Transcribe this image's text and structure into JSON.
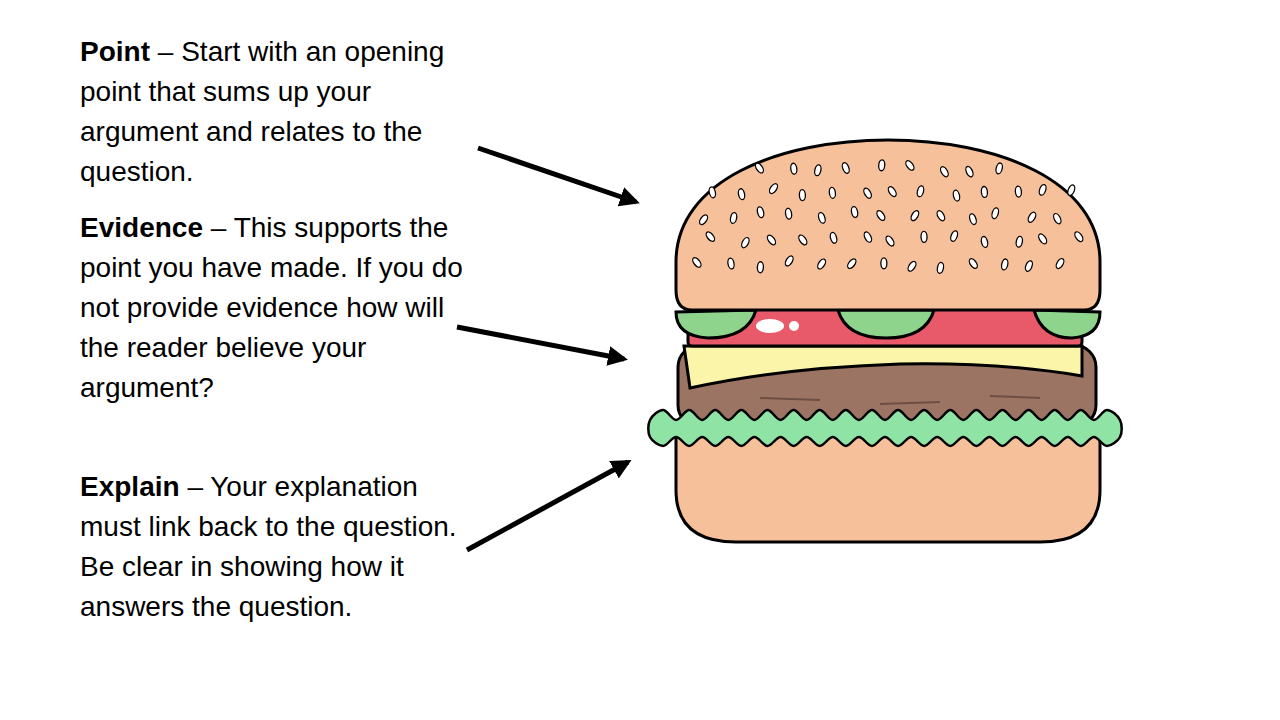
{
  "diagram": {
    "labels": [
      "Point",
      "– Start with an opening point that sums up your argument and relates to the question.",
      "Evidence",
      "– This supports the point you have made. If you do not provide evidence how will the reader believe your argument?",
      "Explain",
      "– Your explanation must link back to the question.  Be clear in showing how it answers the question."
    ]
  }
}
